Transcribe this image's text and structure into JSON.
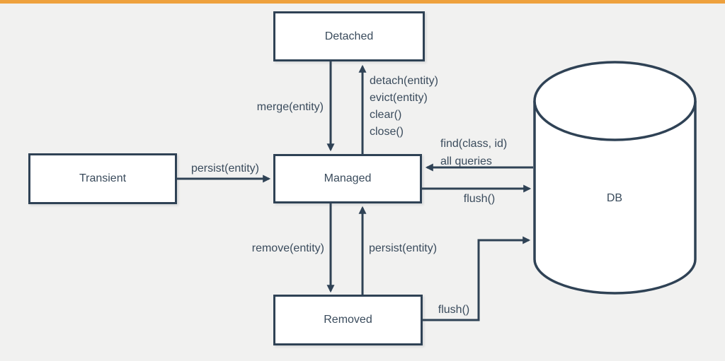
{
  "page": {
    "background_color": "#F1F1F0",
    "accent_bar_color": "#EEA13D",
    "line_color": "#2F4255",
    "text_color": "#3A4B5C"
  },
  "diagram": {
    "nodes": {
      "detached": {
        "label": "Detached"
      },
      "transient": {
        "label": "Transient"
      },
      "managed": {
        "label": "Managed"
      },
      "removed": {
        "label": "Removed"
      },
      "db": {
        "label": "DB"
      }
    },
    "edges": {
      "merge": {
        "from": "Detached",
        "to": "Managed",
        "label": "merge(entity)"
      },
      "detach": {
        "from": "Managed",
        "to": "Detached",
        "lines": [
          "detach(entity)",
          "evict(entity)",
          "clear()",
          "close()"
        ]
      },
      "persist_from_transient": {
        "from": "Transient",
        "to": "Managed",
        "label": "persist(entity)"
      },
      "find": {
        "from": "DB",
        "to": "Managed",
        "lines": [
          "find(class, id)",
          "all queries"
        ]
      },
      "flush_from_managed": {
        "from": "Managed",
        "to": "DB",
        "label": "flush()"
      },
      "remove": {
        "from": "Managed",
        "to": "Removed",
        "label": "remove(entity)"
      },
      "persist_from_removed": {
        "from": "Removed",
        "to": "Managed",
        "label": "persist(entity)"
      },
      "flush_from_removed": {
        "from": "Removed",
        "to": "DB",
        "label": "flush()"
      }
    }
  }
}
